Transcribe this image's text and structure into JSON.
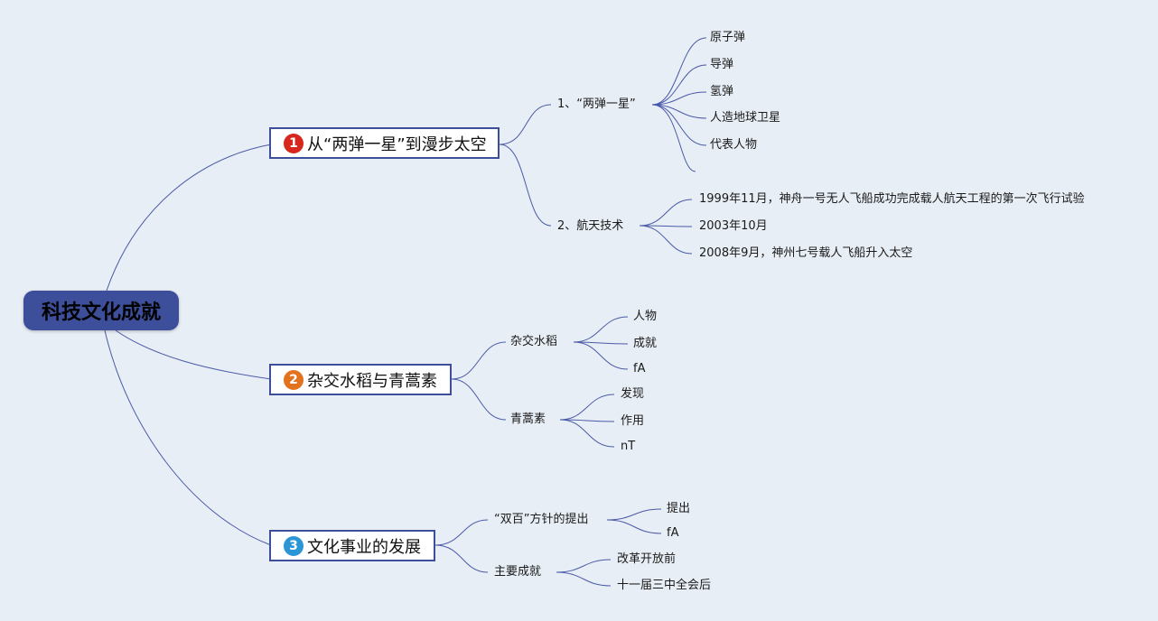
{
  "root": {
    "label": "科技文化成就"
  },
  "branches": [
    {
      "number": "1",
      "color": "#d7261c",
      "label": "从“两弹一星”到漫步太空",
      "children": [
        {
          "label": "1、“两弹一星”",
          "items": [
            "原子弹",
            "导弹",
            "氢弹",
            "人造地球卫星",
            "代表人物",
            ""
          ]
        },
        {
          "label": "2、航天技术",
          "items": [
            "1999年11月，神舟一号无人飞船成功完成载人航天工程的第一次飞行试验",
            "2003年10月",
            "2008年9月，神州七号载人飞船升入太空"
          ]
        }
      ]
    },
    {
      "number": "2",
      "color": "#e2721d",
      "label": "杂交水稻与青蒿素",
      "children": [
        {
          "label": "杂交水稻",
          "items": [
            "人物",
            "成就",
            "fA"
          ]
        },
        {
          "label": "青蒿素",
          "items": [
            "发现",
            "作用",
            "nT"
          ]
        }
      ]
    },
    {
      "number": "3",
      "color": "#2b95d6",
      "label": "文化事业的发展",
      "children": [
        {
          "label": "“双百”方针的提出",
          "items": [
            "提出",
            "fA"
          ]
        },
        {
          "label": "主要成就",
          "items": [
            "改革开放前",
            "十一届三中全会后"
          ]
        }
      ]
    }
  ]
}
